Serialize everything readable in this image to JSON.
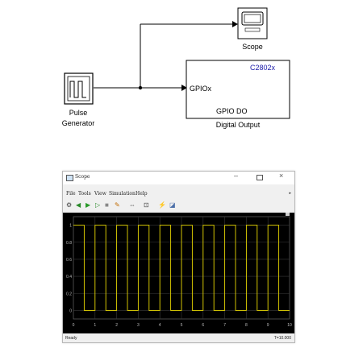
{
  "model": {
    "scope_block_label": "Scope",
    "pulse_block_label_line1": "Pulse",
    "pulse_block_label_line2": "Generator",
    "gpio_block": {
      "target": "C2802x",
      "input_port": "GPIOx",
      "name": "GPIO DO",
      "caption": "Digital Output"
    }
  },
  "scope_window": {
    "title": "Scope",
    "menu": [
      "File",
      "Tools",
      "View",
      "Simulation",
      "Help"
    ],
    "toolbar_icons": [
      "gear-icon",
      "stop-step-back-icon",
      "run-icon",
      "step-forward-icon",
      "stop-icon",
      "highlight-icon",
      "zoom-icon",
      "fit-icon",
      "cursor-icon",
      "properties-icon"
    ],
    "status_left": "Ready",
    "status_right": "T=10.000"
  },
  "chart_data": {
    "type": "line",
    "title": "",
    "xlabel": "",
    "ylabel": "",
    "xlim": [
      0,
      10
    ],
    "ylim": [
      -0.1,
      1.1
    ],
    "x_ticks": [
      "0",
      "1",
      "2",
      "3",
      "4",
      "5",
      "6",
      "7",
      "8",
      "9",
      "10"
    ],
    "y_ticks": [
      "0",
      "0.2",
      "0.4",
      "0.6",
      "0.8",
      "1"
    ],
    "grid": true,
    "background": "#000000",
    "grid_color": "#3a3a3a",
    "line_color": "#e6d600",
    "series": [
      {
        "x": [
          0,
          0.5,
          0.5,
          1,
          1,
          1.5,
          1.5,
          2,
          2,
          2.5,
          2.5,
          3,
          3,
          3.5,
          3.5,
          4,
          4,
          4.5,
          4.5,
          5,
          5,
          5.5,
          5.5,
          6,
          6,
          6.5,
          6.5,
          7,
          7,
          7.5,
          7.5,
          8,
          8,
          8.5,
          8.5,
          9,
          9,
          9.5,
          9.5,
          10
        ],
        "y": [
          1,
          1,
          0,
          0,
          1,
          1,
          0,
          0,
          1,
          1,
          0,
          0,
          1,
          1,
          0,
          0,
          1,
          1,
          0,
          0,
          1,
          1,
          0,
          0,
          1,
          1,
          0,
          0,
          1,
          1,
          0,
          0,
          1,
          1,
          0,
          0,
          1,
          1,
          0,
          0
        ]
      }
    ]
  }
}
